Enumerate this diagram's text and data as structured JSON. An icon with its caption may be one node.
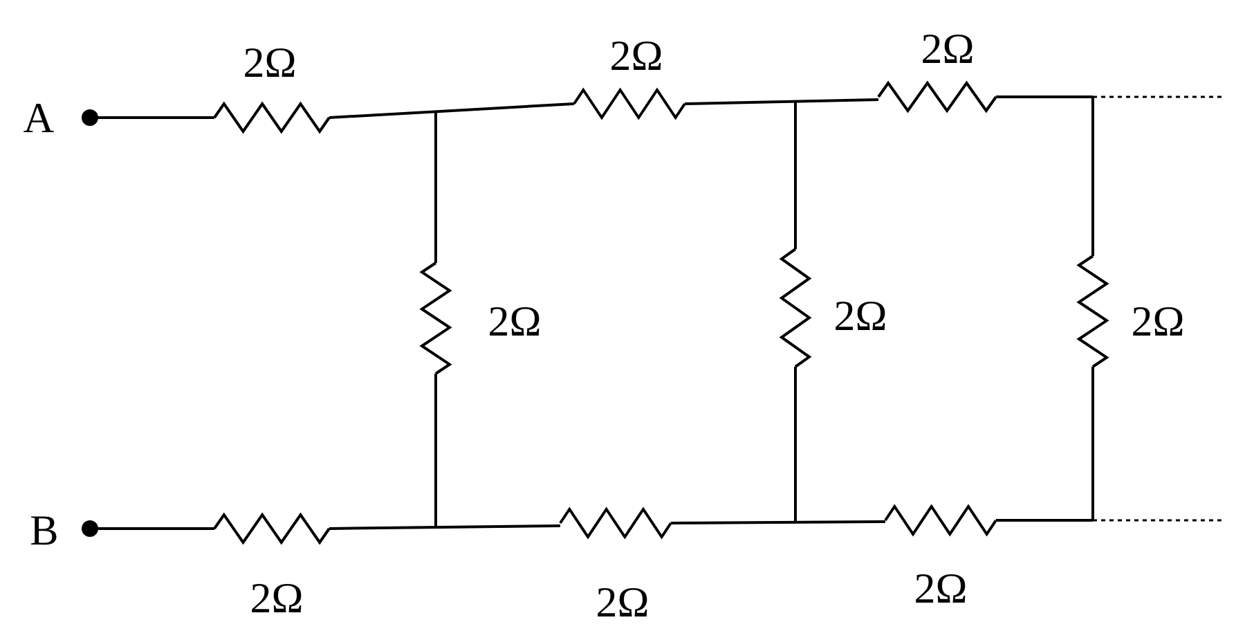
{
  "diagram": {
    "labels": [
      "2Ω",
      "2Ω",
      "2Ω",
      "A",
      "2Ω",
      "2Ω",
      "2Ω",
      "B",
      "2Ω",
      "2Ω",
      "2Ω"
    ]
  }
}
